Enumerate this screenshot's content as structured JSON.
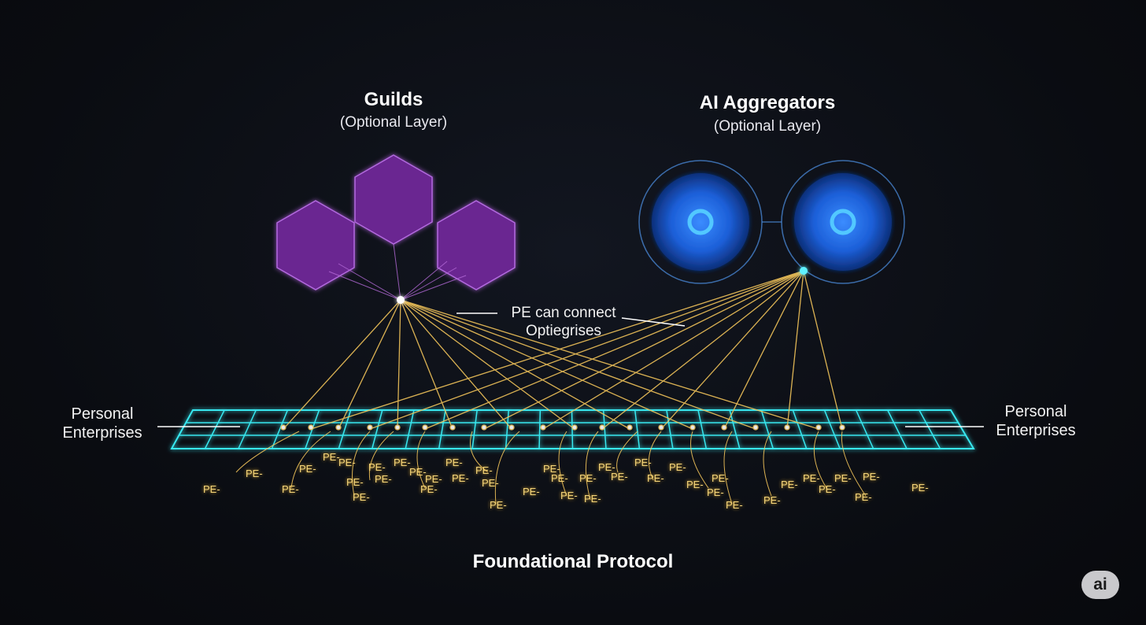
{
  "layers": {
    "guilds": {
      "title": "Guilds",
      "subtitle": "(Optional Layer)"
    },
    "aggregators": {
      "title": "AI Aggregators",
      "subtitle": "(Optional Layer)"
    }
  },
  "side_labels": {
    "left": {
      "line1": "Personal",
      "line2": "Enterprises"
    },
    "right": {
      "line1": "Personal",
      "line2": "Enterprises"
    }
  },
  "annotation": {
    "line1": "PE can connect",
    "line2": "Optiegrises"
  },
  "footer": {
    "label": "Foundational Protocol"
  },
  "node_label": "PE-",
  "badge": {
    "label": "ai"
  },
  "colors": {
    "guild_hexagon": "#7a2ea0",
    "aggregator_disc": "#1e6be0",
    "grid": "#37e8f0",
    "connection_lines": "#f2c45a",
    "background": "#0b0d12"
  }
}
